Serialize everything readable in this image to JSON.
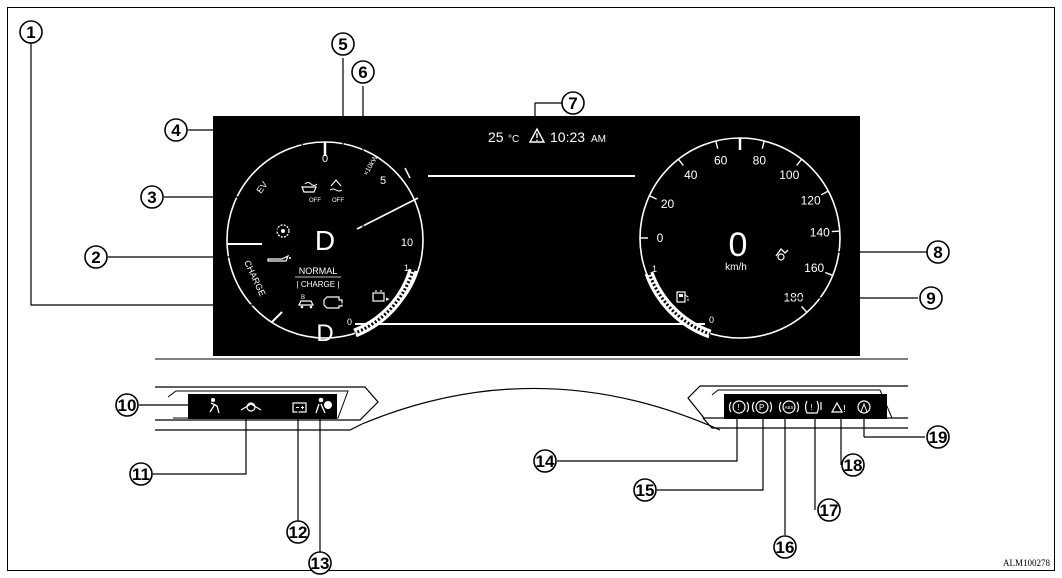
{
  "figure_code": "ALM100278",
  "status_bar": {
    "temperature": "25",
    "temp_unit": "°C",
    "clock": "10:23",
    "clock_suffix": "AM"
  },
  "power_meter": {
    "ev_label": "EV",
    "charge_label": "CHARGE",
    "unit_label": "×10kW",
    "scale_top": "0",
    "scale_mid": "5",
    "scale_high": "10",
    "gear": "D",
    "gear_bottom": "D",
    "mode_top": "NORMAL",
    "mode_bottom": "| CHARGE |",
    "battery_full": "1",
    "battery_empty": "0",
    "off_label_a": "OFF",
    "off_label_b": "OFF"
  },
  "speedometer": {
    "speed": "0",
    "unit": "km/h",
    "ticks": [
      "0",
      "20",
      "40",
      "60",
      "80",
      "100",
      "120",
      "140",
      "160",
      "180"
    ],
    "fuel_full": "1",
    "fuel_empty": "0"
  },
  "callouts": [
    "1",
    "2",
    "3",
    "4",
    "5",
    "6",
    "7",
    "8",
    "9",
    "10",
    "11",
    "12",
    "13",
    "14",
    "15",
    "16",
    "17",
    "18",
    "19"
  ],
  "icons": {
    "seatbelt": "seatbelt-icon",
    "steering": "steering-icon",
    "battery": "battery-icon",
    "airbag": "airbag-icon",
    "brake": "brake-icon",
    "park": "park-icon",
    "abs": "abs-icon",
    "tire": "tire-pressure-icon",
    "master": "master-warning-icon",
    "lka": "lane-keeping-icon"
  }
}
